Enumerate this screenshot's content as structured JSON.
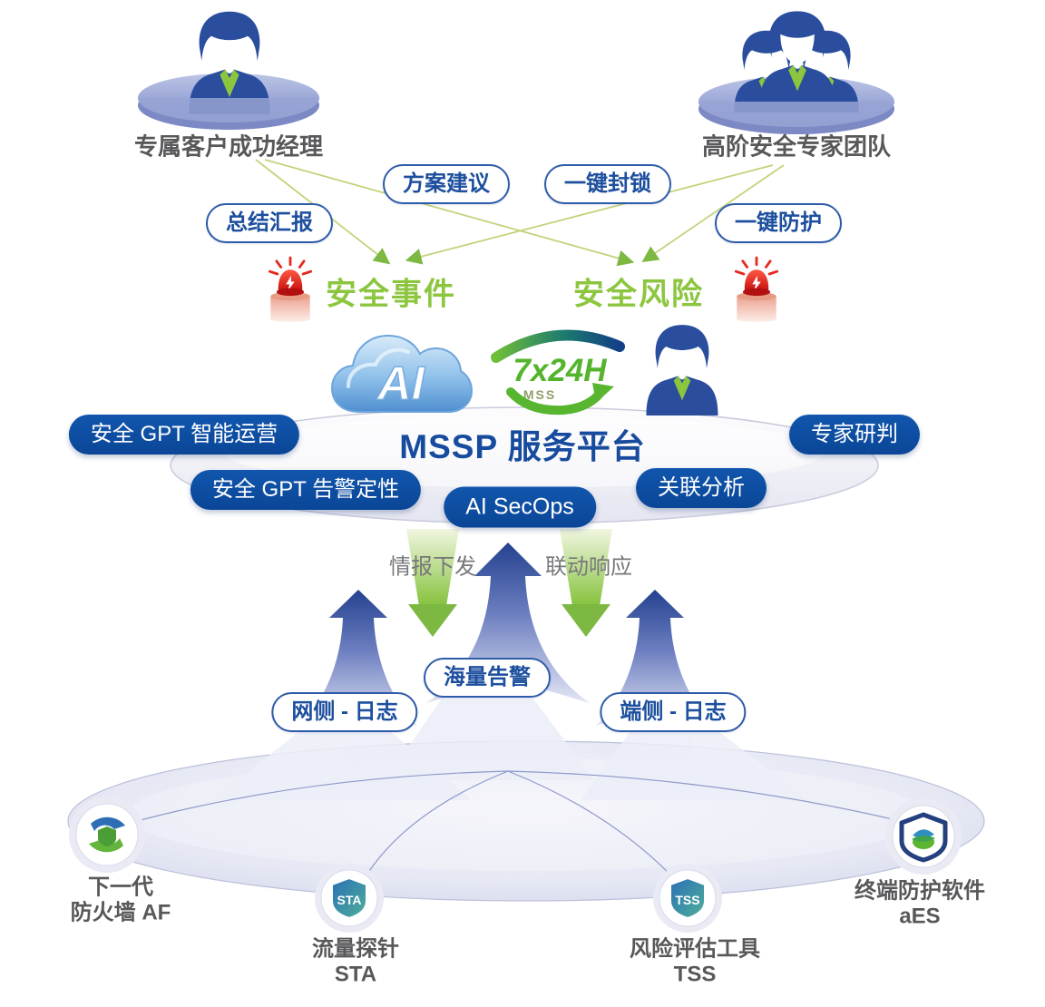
{
  "actors": {
    "manager": {
      "label": "专属客户成功经理"
    },
    "experts": {
      "label": "高阶安全专家团队"
    }
  },
  "action_pills": {
    "plan": "方案建议",
    "lock": "一键封锁",
    "report": "总结汇报",
    "protect": "一键防护"
  },
  "events": {
    "incident": "安全事件",
    "risk": "安全风险"
  },
  "center_icons": {
    "ai_cloud": "AI",
    "shield_top": "7x24H",
    "shield_sub": "MSS"
  },
  "platform": {
    "title": "MSSP 服务平台",
    "pills": {
      "gpt_ops": "安全 GPT 智能运营",
      "expert_judgment": "专家研判",
      "gpt_alert_triage": "安全 GPT 告警定性",
      "correlation": "关联分析",
      "ai_secops": "AI SecOps"
    }
  },
  "flows": {
    "intel_dispatch": "情报下发",
    "linked_response": "联动响应",
    "mass_alerts": "海量告警",
    "network_logs": "网侧 - 日志",
    "endpoint_logs": "端侧 - 日志"
  },
  "devices": [
    {
      "line1": "下一代",
      "line2": "防火墙 AF"
    },
    {
      "badge": "STA",
      "line1": "流量探针",
      "line2": "STA"
    },
    {
      "badge": "TSS",
      "line1": "风险评估工具",
      "line2": "TSS"
    },
    {
      "line1": "终端防护软件",
      "line2": "aES"
    }
  ],
  "colors": {
    "primary_blue": "#0c4da2",
    "pill_text_blue": "#1d4f9e",
    "green": "#8cc63f",
    "connector_olive": "#c3d37b",
    "label_gray": "#58585b",
    "alarm_red": "#e4261b"
  }
}
